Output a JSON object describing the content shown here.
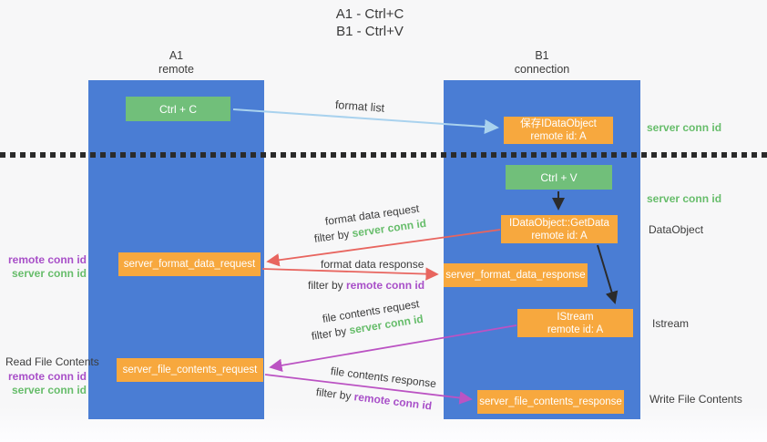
{
  "title": {
    "line1": "A1 - Ctrl+C",
    "line2": "B1 - Ctrl+V"
  },
  "columns": {
    "a1": {
      "name": "A1",
      "role": "remote"
    },
    "b1": {
      "name": "B1",
      "role": "connection"
    }
  },
  "nodes": {
    "ctrl_c": {
      "label": "Ctrl + C"
    },
    "save_idataobject": {
      "line1": "保存IDataObject",
      "line2": "remote id: A"
    },
    "ctrl_v": {
      "label": "Ctrl + V"
    },
    "getdata": {
      "line1": "IDataObject::GetData",
      "line2": "remote id: A"
    },
    "format_request": {
      "label": "server_format_data_request"
    },
    "format_response": {
      "label": "server_format_data_response"
    },
    "istream": {
      "line1": "IStream",
      "line2": "remote id: A"
    },
    "file_request": {
      "label": "server_file_contents_request"
    },
    "file_response": {
      "label": "server_file_contents_response"
    }
  },
  "arrow_labels": {
    "format_list": "format list",
    "format_data_request": "format data request",
    "format_data_response": "format data response",
    "file_contents_request": "file contents request",
    "file_contents_response": "file contents response",
    "filter_by": "filter by ",
    "server_conn_id": "server conn id",
    "remote_conn_id": "remote conn id"
  },
  "side_labels": {
    "right_server_conn_id_top": "server conn id",
    "right_server_conn_id_mid": "server conn id",
    "dataobject": "DataObject",
    "istream": "Istream",
    "write_file_contents": "Write File Contents",
    "read_file_contents": "Read File Contents",
    "left_remote_conn_id_top": "remote conn id",
    "left_server_conn_id_top": "server conn id",
    "left_remote_conn_id_bottom": "remote conn id",
    "left_server_conn_id_bottom": "server conn id"
  },
  "colors": {
    "column_blue": "#4a7dd4",
    "box_green": "#71bf7a",
    "box_orange": "#f7a83e",
    "arrow_lightblue": "#a9d2ee",
    "arrow_red": "#e8655f",
    "arrow_magenta": "#bb53c3",
    "arrow_black": "#2b2b2b",
    "text_green": "#67bd6b",
    "text_purple": "#a84fc8",
    "text_dark": "#3c3c3c"
  }
}
